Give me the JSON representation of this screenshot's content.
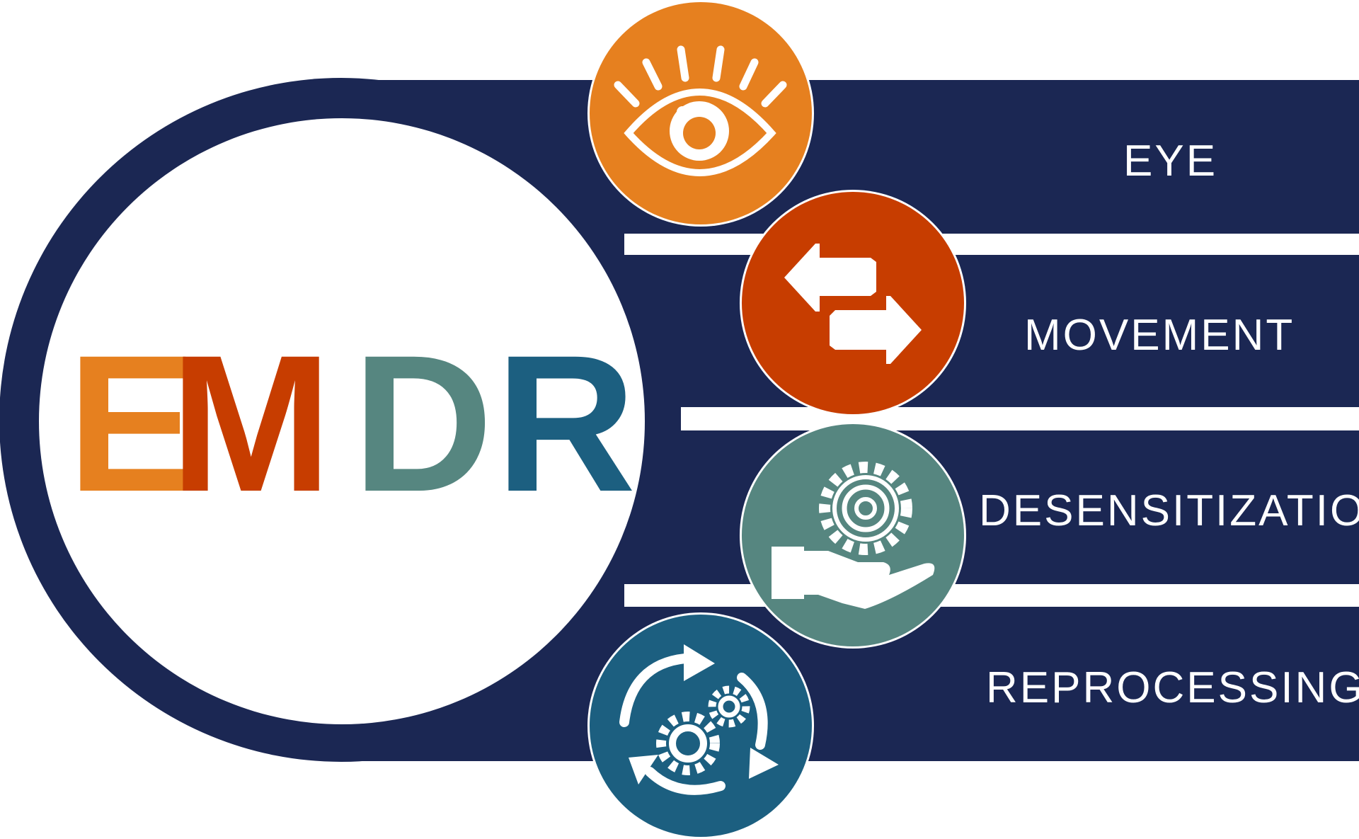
{
  "title_letters": [
    {
      "text": "E",
      "color": "#E6801F"
    },
    {
      "text": "M",
      "color": "#C73D00"
    },
    {
      "text": "D",
      "color": "#568680"
    },
    {
      "text": "R",
      "color": "#1C5F80"
    }
  ],
  "items": [
    {
      "label": "EYE",
      "icon": "eye-icon",
      "color": "#E6801F"
    },
    {
      "label": "MOVEMENT",
      "icon": "arrows-exchange-icon",
      "color": "#C73D00"
    },
    {
      "label": "DESENSITIZATION",
      "icon": "hand-gear-icon",
      "color": "#568680"
    },
    {
      "label": "REPROCESSING",
      "icon": "cycle-gears-icon",
      "color": "#1C5F80"
    }
  ],
  "colors": {
    "navy": "#1B2753",
    "white": "#FFFFFF"
  }
}
